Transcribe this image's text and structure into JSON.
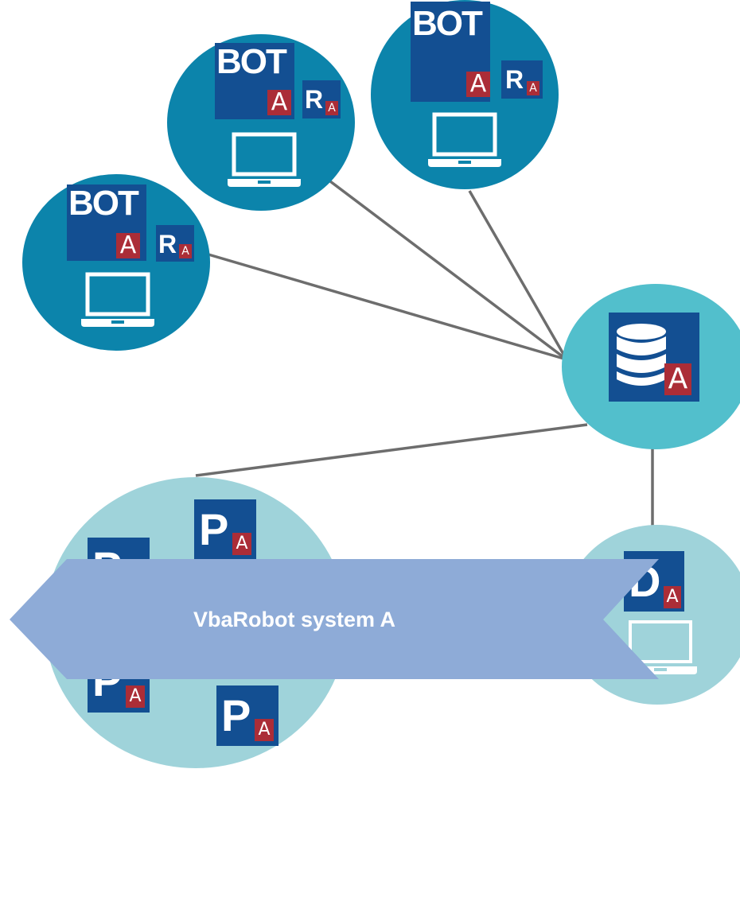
{
  "colors": {
    "bot_circle": "#0c84ab",
    "database_circle": "#52bfcc",
    "light_circle": "#9fd3da",
    "tile": "#134f92",
    "badge": "#ab2d37",
    "connector": "#6d6d6d",
    "banner": "#8eabd7"
  },
  "bots": [
    {
      "bot_text": "BOT",
      "a_badge": "A",
      "r_letter": "R",
      "r_sub": "A",
      "laptop_icon": "laptop-icon"
    },
    {
      "bot_text": "BOT",
      "a_badge": "A",
      "r_letter": "R",
      "r_sub": "A",
      "laptop_icon": "laptop-icon"
    },
    {
      "bot_text": "BOT",
      "a_badge": "A",
      "r_letter": "R",
      "r_sub": "A",
      "laptop_icon": "laptop-icon"
    }
  ],
  "database": {
    "icon": "database-icon",
    "a_badge": "A"
  },
  "processes": [
    {
      "letter": "P",
      "sub": "A"
    },
    {
      "letter": "P",
      "sub": "A"
    },
    {
      "letter": "P",
      "sub": "A"
    },
    {
      "letter": "P",
      "sub": "A"
    },
    {
      "letter": "P",
      "sub": "A"
    }
  ],
  "developer": {
    "letter": "D",
    "sub": "A",
    "laptop_icon": "laptop-icon"
  },
  "footer": {
    "label": "VbaRobot system A"
  }
}
